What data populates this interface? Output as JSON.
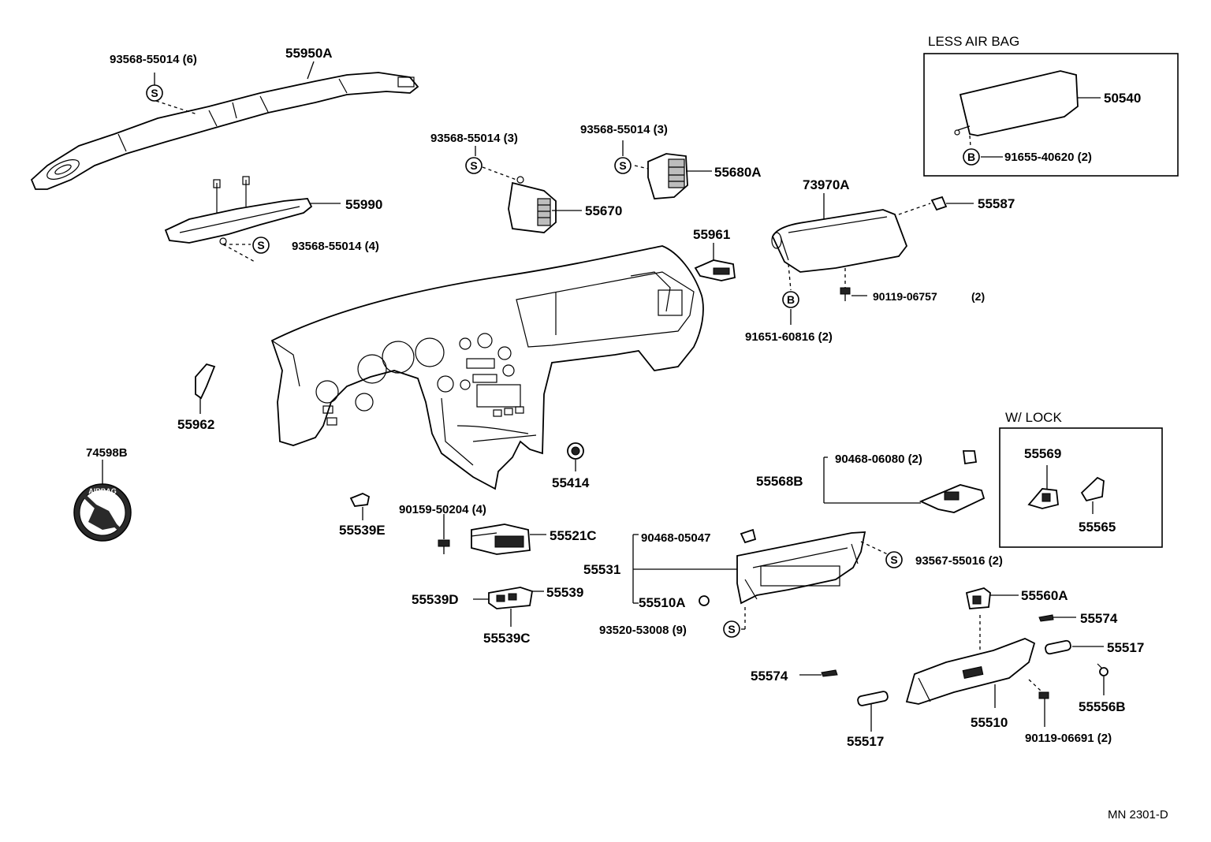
{
  "labels": {
    "p93568_55014_6": "93568-55014 (6)",
    "p55950A": "55950A",
    "p93568_55014_3a": "93568-55014 (3)",
    "p93568_55014_3b": "93568-55014 (3)",
    "p55680A": "55680A",
    "p55670": "55670",
    "p55990": "55990",
    "p93568_55014_4": "93568-55014 (4)",
    "p73970A": "73970A",
    "p55587": "55587",
    "p55961": "55961",
    "p90119_06757": "90119-06757",
    "p90119_06757_qty": "(2)",
    "p91651_60816": "91651-60816 (2)",
    "p55962": "55962",
    "p74598B": "74598B",
    "p55414": "55414",
    "p90468_06080": "90468-06080 (2)",
    "p55568B": "55568B",
    "p55569": "55569",
    "p55565": "55565",
    "p55539E": "55539E",
    "p90159_50204": "90159-50204 (4)",
    "p55521C": "55521C",
    "p90468_05047": "90468-05047",
    "p55531": "55531",
    "p93567_55016": "93567-55016 (2)",
    "p55539D": "55539D",
    "p55539": "55539",
    "p55510A": "55510A",
    "p55539C": "55539C",
    "p93520_53008": "93520-53008 (9)",
    "p55560A": "55560A",
    "p55574a": "55574",
    "p55517a": "55517",
    "p55574b": "55574",
    "p55556B": "55556B",
    "p55510": "55510",
    "p55517b": "55517",
    "p90119_06691": "90119-06691 (2)",
    "p50540": "50540",
    "p91655_40620": "91655-40620 (2)"
  },
  "insets": {
    "less_air_bag": "LESS AIR BAG",
    "w_lock": "W/ LOCK"
  },
  "badges": {
    "s": "S",
    "b": "B"
  },
  "emblem_text": "AIRBAG",
  "footer": {
    "code": "MN  2301-D"
  }
}
